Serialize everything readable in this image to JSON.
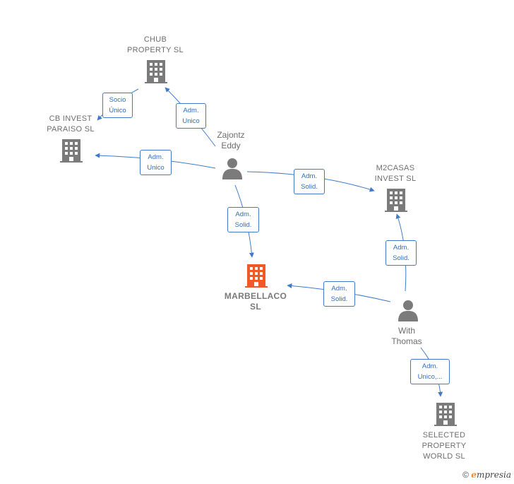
{
  "nodes": {
    "chub": "CHUB\nPROPERTY SL",
    "cb_invest": "CB INVEST\nPARAISO SL",
    "m2casas": "M2CASAS\nINVEST SL",
    "marbellaco": "MARBELLACO\nSL",
    "selected": "SELECTED\nPROPERTY\nWORLD SL"
  },
  "people": {
    "zajontz": "Zajontz\nEddy",
    "with_thomas": "With\nThomas"
  },
  "edges": {
    "socio_unico": "Socio\nÚnico",
    "adm_unico_chub": "Adm.\nUnico",
    "adm_unico_cb": "Adm.\nUnico",
    "adm_solid_m2_z": "Adm.\nSolid.",
    "adm_solid_marb_z": "Adm.\nSolid.",
    "adm_solid_m2_w": "Adm.\nSolid.",
    "adm_solid_marb_w": "Adm.\nSolid.",
    "adm_unico_sel": "Adm.\nUnico,..."
  },
  "colors": {
    "building": "#7b7b7b",
    "focus_building": "#f05a28",
    "edge": "#3f7ac9",
    "person": "#7b7b7b"
  },
  "footer": {
    "copyright": "©",
    "brand_e": "e",
    "brand_rest": "mpresia"
  }
}
